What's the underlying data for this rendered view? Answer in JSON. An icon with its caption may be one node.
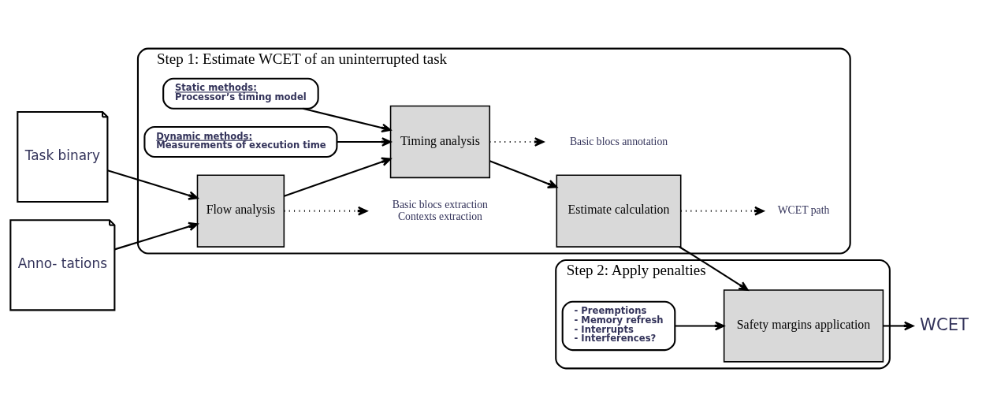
{
  "diagram": {
    "nodes": [
      {
        "text": [
          "Task binary"
        ]
      },
      {
        "text": [
          "Anno- tations"
        ]
      },
      {
        "text": [
          "Step 1: Estimate WCET of an uninterrupted task"
        ]
      },
      {
        "text": [
          "Static methods:",
          "Processor’s timing model"
        ],
        "in": 2
      },
      {
        "text": [
          "Dynamic methods:",
          "Measurements of execution time"
        ],
        "in": 2
      },
      {
        "text": [
          "Flow analysis"
        ],
        "in": 2
      },
      {
        "text": [
          "Timing analysis"
        ],
        "in": 2
      },
      {
        "text": [
          "Estimate calculation"
        ],
        "in": 2
      },
      {
        "text": [
          "Basic blocs extraction",
          "Contexts extraction"
        ],
        "in": 2
      },
      {
        "text": [
          "Basic blocs annotation"
        ],
        "in": 2
      },
      {
        "text": [
          "WCET path"
        ],
        "in": 2
      },
      {
        "text": [
          "Step 2: Apply penalties"
        ]
      },
      {
        "text": [
          "- Preemptions",
          "- Memory refresh",
          "- Interrupts",
          "- Interferences?"
        ],
        "in": 11
      },
      {
        "text": [
          "Safety margins application"
        ],
        "in": 11
      },
      {
        "text": [
          "WCET"
        ]
      }
    ],
    "edges": [
      {
        "from": 0,
        "to": 5,
        "arrow": "to"
      },
      {
        "from": 1,
        "to": 5,
        "arrow": "to"
      },
      {
        "from": 3,
        "to": 6,
        "arrow": "to"
      },
      {
        "from": 4,
        "to": 6,
        "arrow": "to"
      },
      {
        "from": 5,
        "to": 6,
        "arrow": "to"
      },
      {
        "from": 6,
        "to": 7,
        "arrow": "to"
      },
      {
        "from": 5,
        "to": 8,
        "arrow": "to",
        "style": "dashed"
      },
      {
        "from": 6,
        "to": 9,
        "arrow": "to",
        "style": "dashed"
      },
      {
        "from": 7,
        "to": 10,
        "arrow": "to",
        "style": "dashed"
      },
      {
        "from": 7,
        "to": 13,
        "arrow": "to"
      },
      {
        "from": 12,
        "to": 13,
        "arrow": "to"
      },
      {
        "from": 13,
        "to": 14,
        "arrow": "to"
      }
    ]
  }
}
